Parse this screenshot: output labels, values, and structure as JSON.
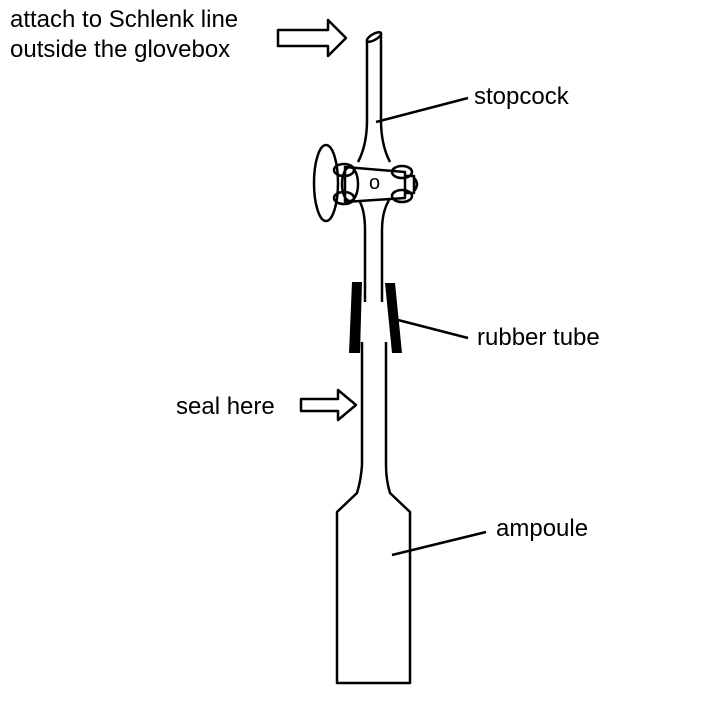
{
  "labels": {
    "attach_line1": "attach to Schlenk line",
    "attach_line2": "outside the glovebox",
    "stopcock": "stopcock",
    "stopcock_hole": "o",
    "rubber_tube": "rubber tube",
    "seal_here": "seal here",
    "ampoule": "ampoule"
  }
}
